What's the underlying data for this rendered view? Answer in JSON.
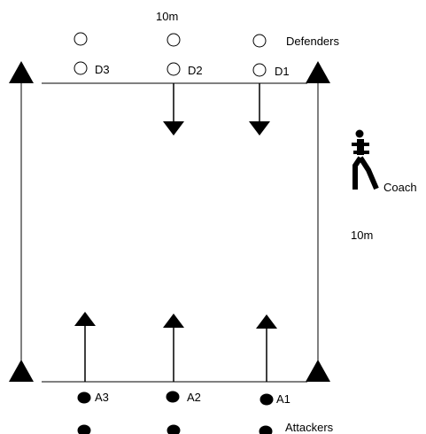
{
  "dimensions": {
    "top": "10m",
    "side": "10m"
  },
  "defenders": {
    "legend": "Defenders",
    "players": [
      "D3",
      "D2",
      "D1"
    ]
  },
  "attackers": {
    "legend": "Attackers",
    "players": [
      "A3",
      "A2",
      "A1"
    ]
  },
  "coach": {
    "label": "Coach",
    "icon": "runner-icon"
  },
  "colors": {
    "ink": "#000000",
    "background": "#ffffff"
  }
}
